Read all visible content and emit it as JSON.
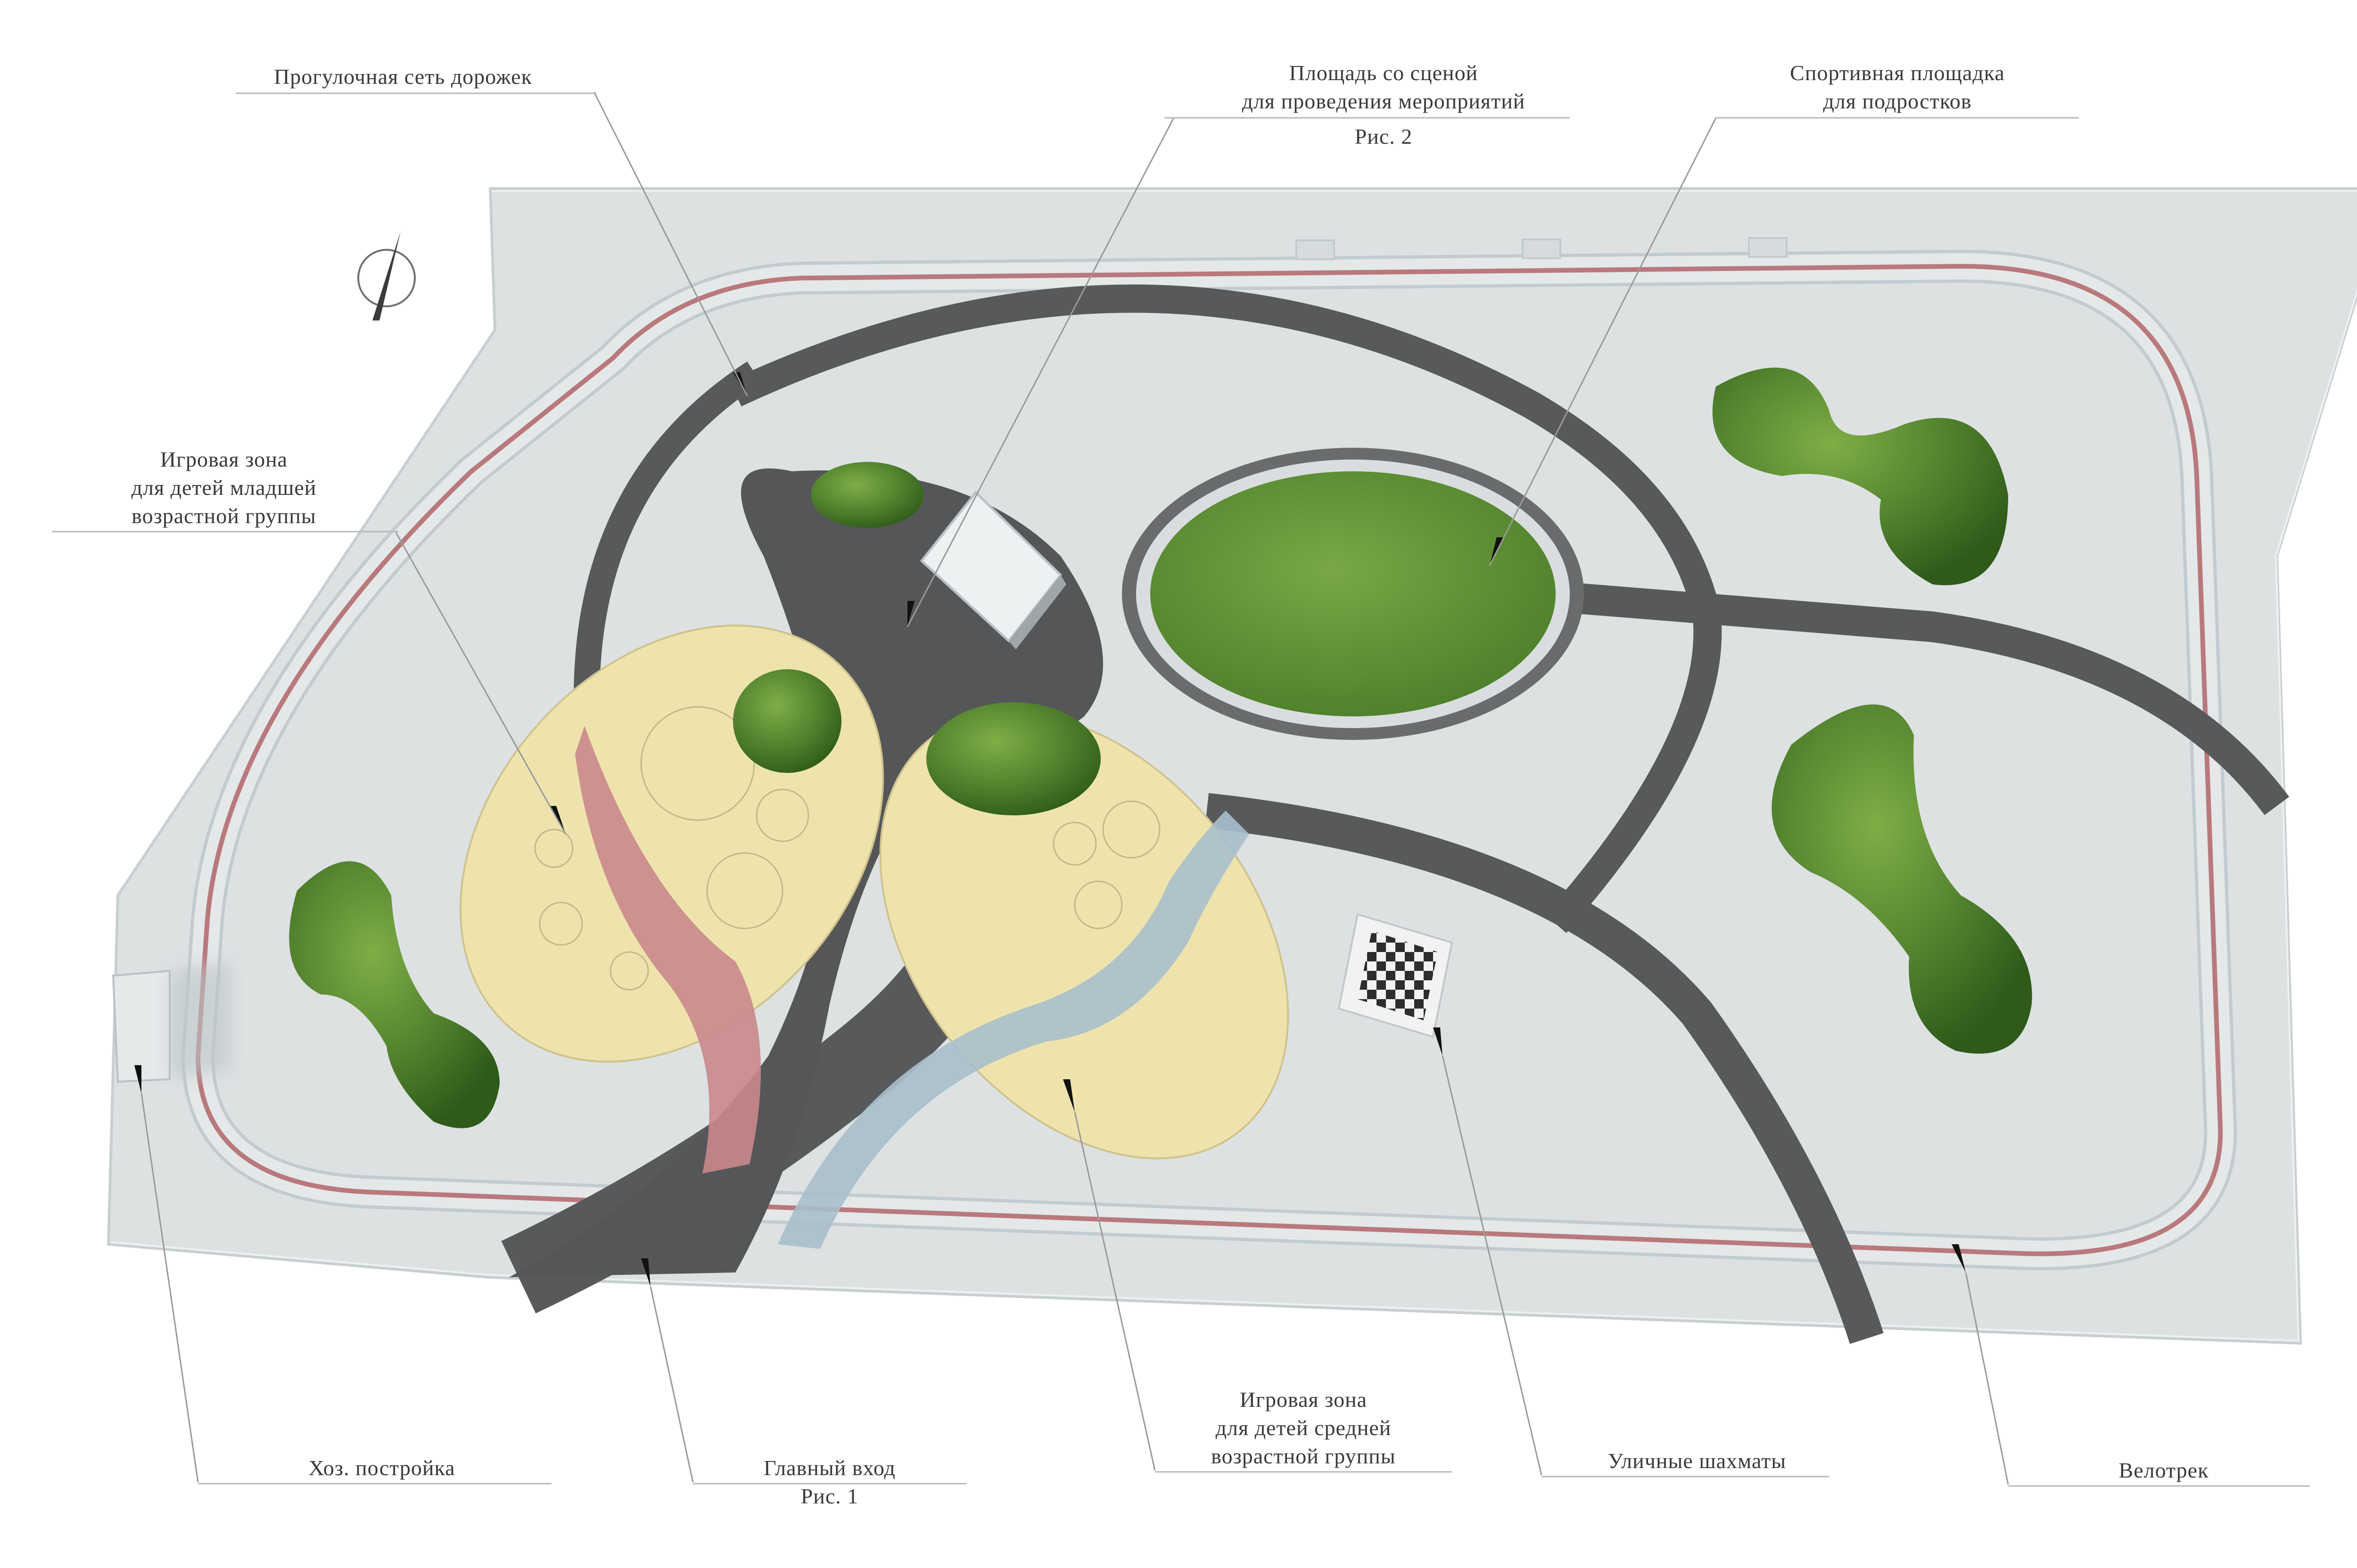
{
  "labels": {
    "walking_paths": "Прогулочная сеть дорожек",
    "stage_square_line1": "Площадь со сценой",
    "stage_square_line2": "для проведения мероприятий",
    "figure_2": "Рис. 2",
    "sports_ground_line1": "Спортивная площадка",
    "sports_ground_line2": "для подростков",
    "junior_play_line1": "Игровая зона",
    "junior_play_line2": "для детей младшей",
    "junior_play_line3": "возрастной группы",
    "utility_building": "Хоз. постройка",
    "main_entrance": "Главный вход",
    "figure_1": "Рис. 1",
    "middle_play_line1": "Игровая зона",
    "middle_play_line2": "для детей средней",
    "middle_play_line3": "возрастной группы",
    "street_chess": "Уличные шахматы",
    "bike_track": "Велотрек"
  },
  "colors": {
    "site_ground": "#dde1e2",
    "asphalt_path": "#58595b",
    "lawn": "#5e8f34",
    "bush": "#4f7f2c",
    "sand_play": "#efe3ad",
    "red_path": "#c9888c",
    "blue_path": "#a9bfcc",
    "bike_line": "#b9797c",
    "building": "#e6e9ea"
  },
  "icons": {
    "compass": "north-arrow-icon"
  }
}
